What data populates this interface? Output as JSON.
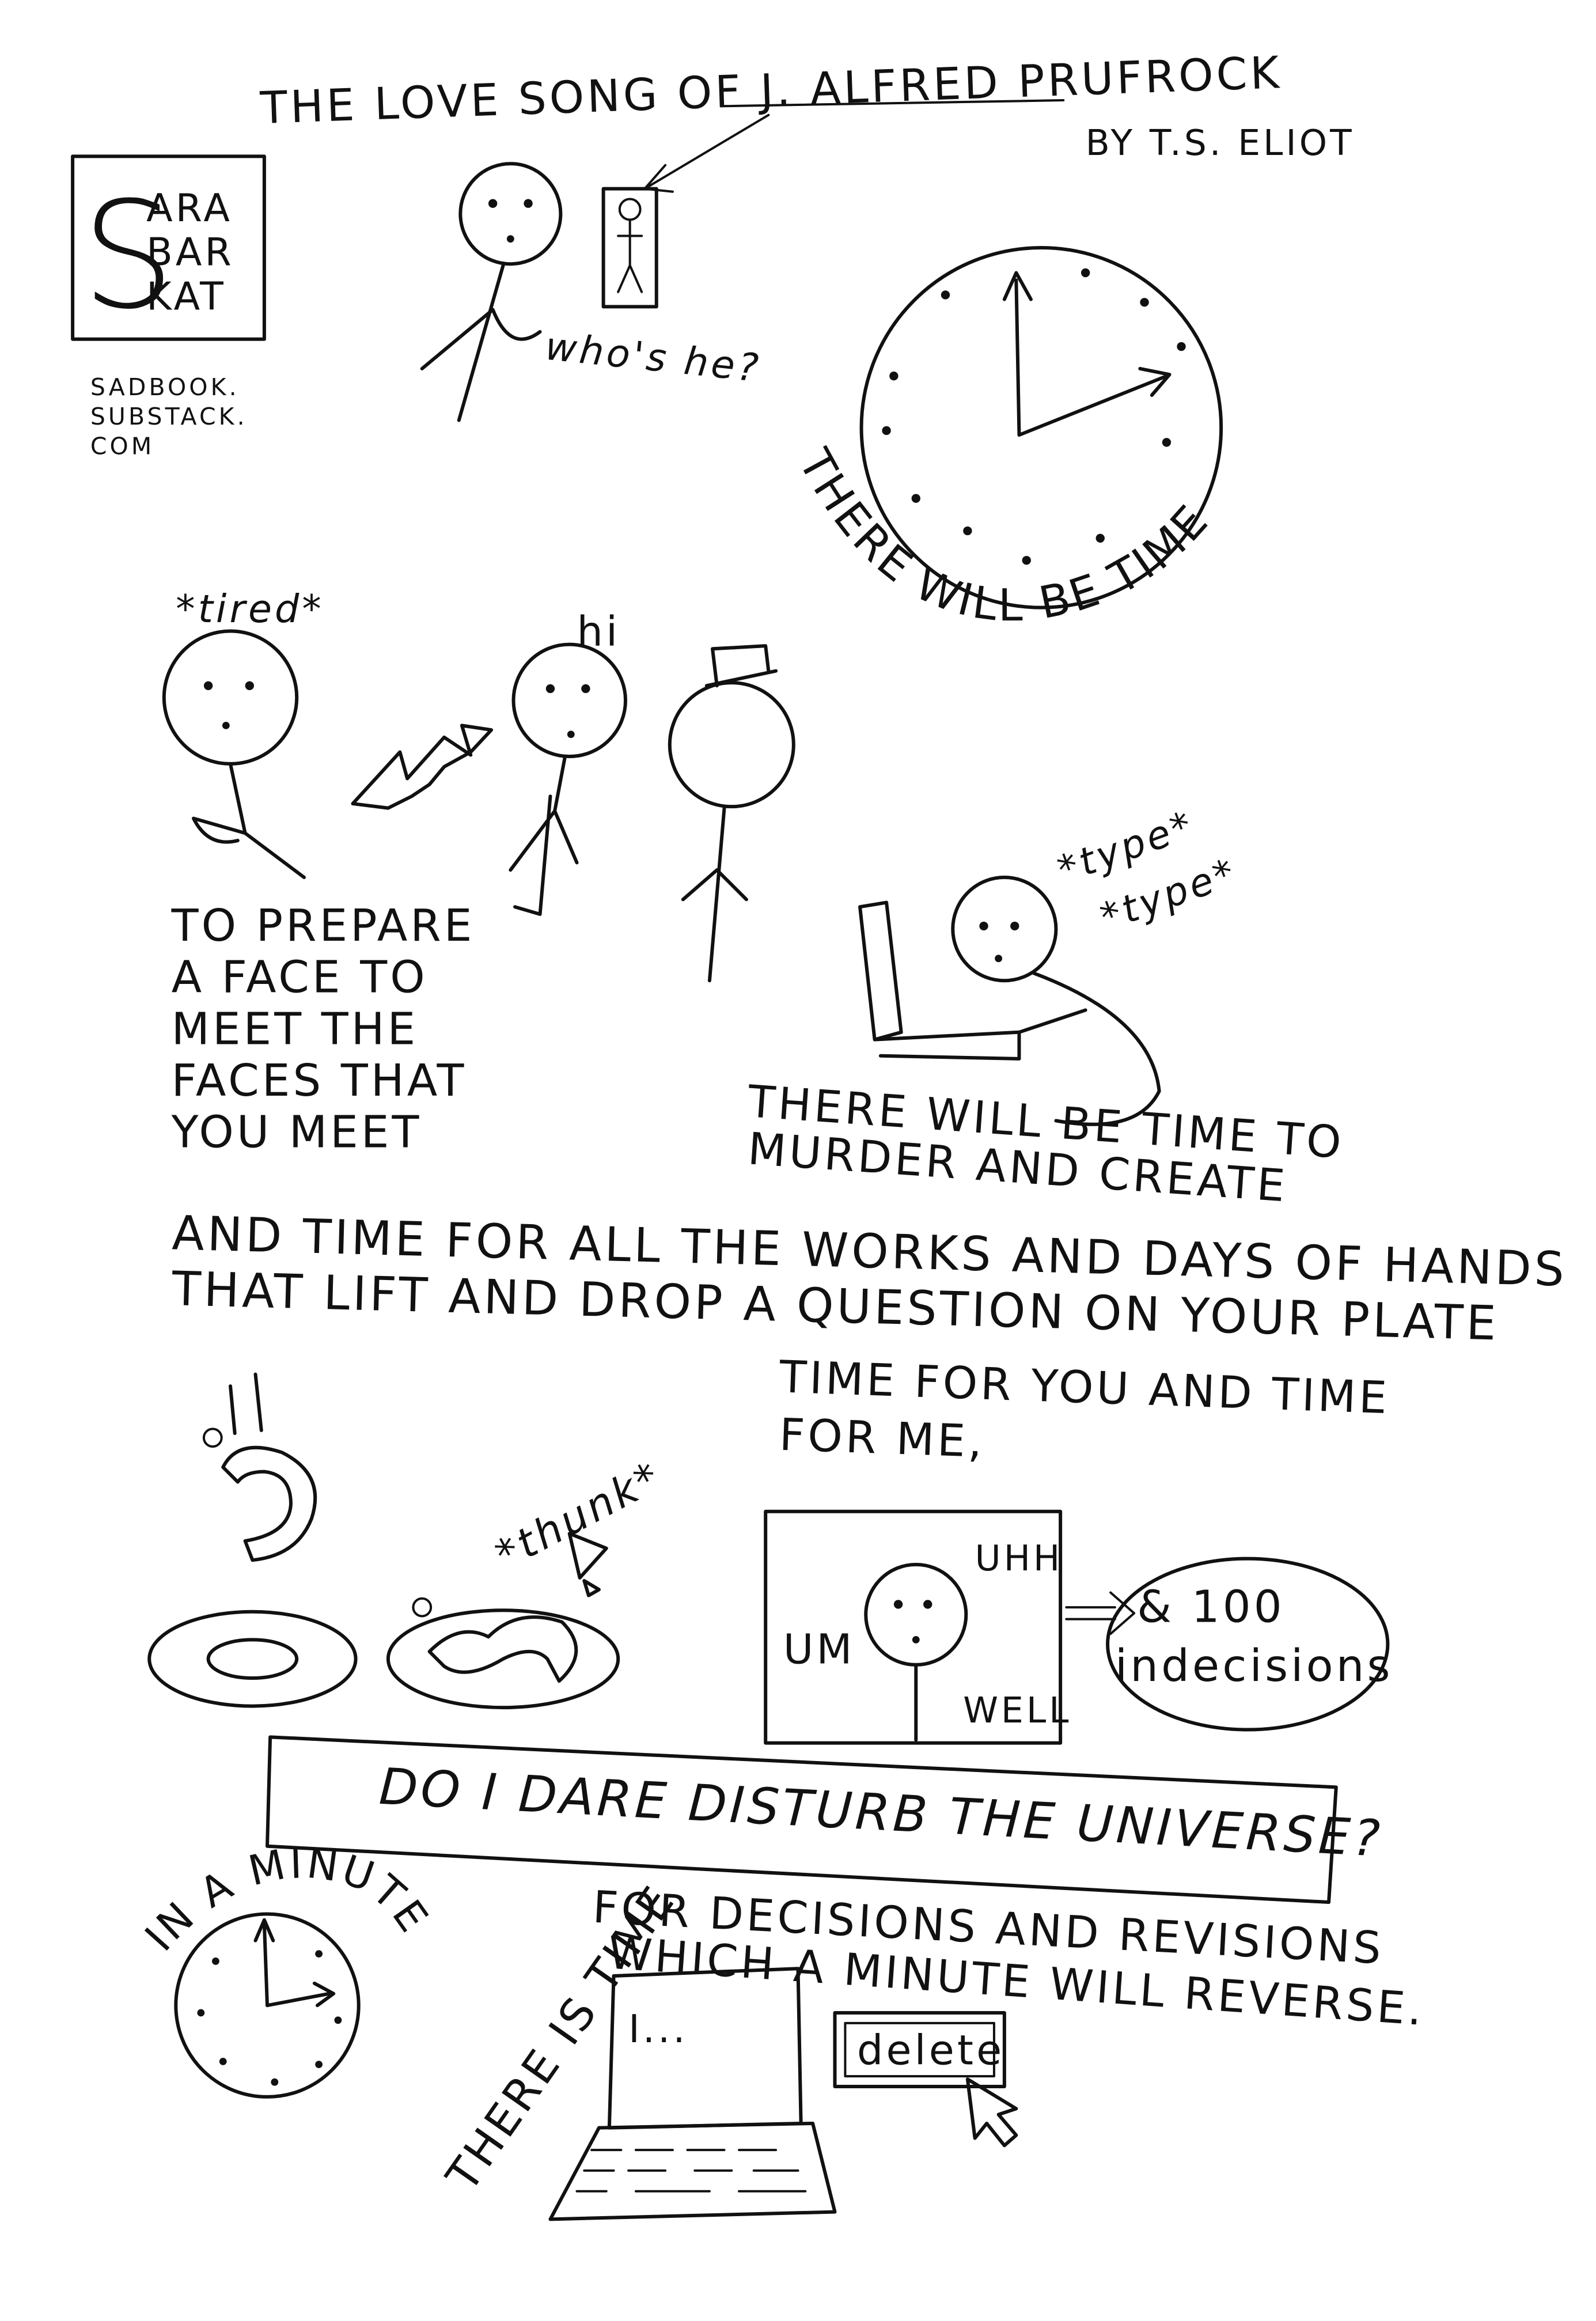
{
  "title": "THE LOVE SONG OF J. ALFRED PRUFROCK",
  "author": "BY T.S. ELIOT",
  "logo": {
    "lines": [
      "ARA",
      "BAR",
      "KAT"
    ],
    "initial": "S",
    "words": "SARA BARKAT"
  },
  "site": [
    "SADBOOK.",
    "SUBSTACK.",
    "COM"
  ],
  "panel1": {
    "speech": "who's he?",
    "arc_text": "THERE WILL BE TIME"
  },
  "panel2": {
    "tired": "*tired*",
    "hi": "hi",
    "caption": [
      "TO PREPARE",
      "A FACE TO",
      "MEET THE",
      "FACES THAT",
      "YOU MEET"
    ]
  },
  "panel3": {
    "type1": "*type*",
    "type2": "*type*",
    "caption": [
      "THERE WILL BE TIME TO",
      "MURDER AND CREATE"
    ]
  },
  "hands_text": [
    "AND TIME FOR ALL THE WORKS AND DAYS OF HANDS",
    "THAT LIFT AND DROP A QUESTION ON YOUR PLATE"
  ],
  "panel4": {
    "thunk": "*thunk*",
    "time_text": [
      "TIME FOR YOU AND TIME",
      "FOR ME,"
    ],
    "um": "UM",
    "uhh": "UHH",
    "well": "WELL",
    "indecisions": [
      "& 100",
      "indecisions"
    ]
  },
  "banner": "DO I DARE DISTURB THE UNIVERSE?",
  "bottom": {
    "arc_text": "IN A MINUTE",
    "there_is_time": "THERE IS TIME",
    "decisions": [
      "FOR DECISIONS AND REVISIONS",
      "WHICH A MINUTE WILL REVERSE."
    ],
    "screen_text": "I...",
    "delete_label": "delete"
  }
}
